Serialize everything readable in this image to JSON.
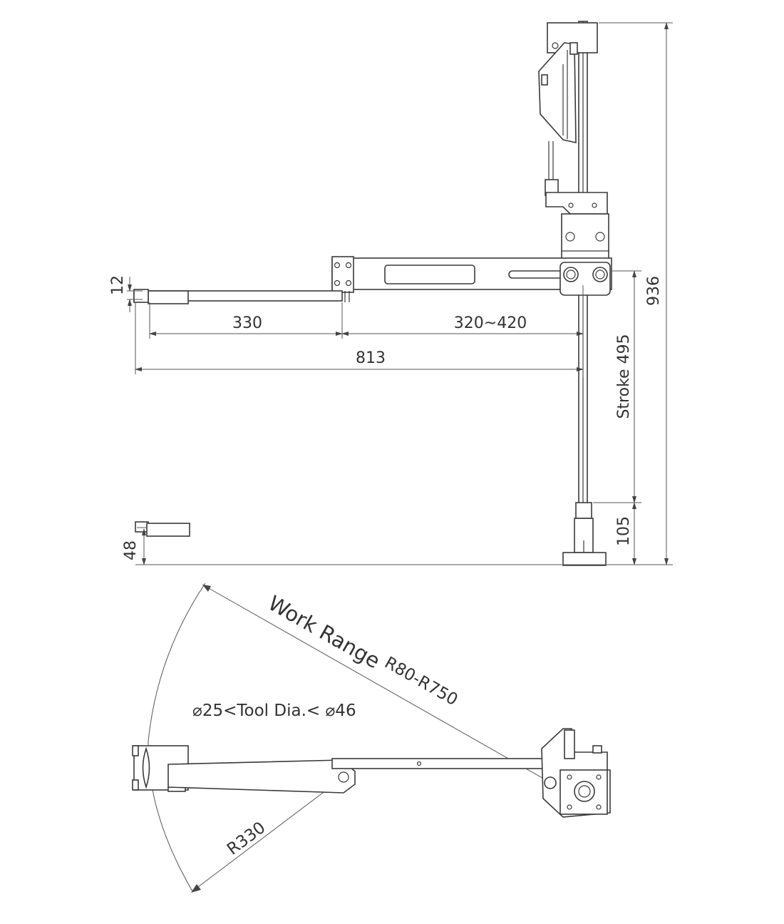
{
  "dimensions": {
    "d_12": "12",
    "d_330": "330",
    "d_320_420": "320~420",
    "d_813": "813",
    "d_936": "936",
    "stroke": "Stroke 495",
    "d_105": "105",
    "d_48": "48"
  },
  "top_view": {
    "work_range_label": "Work Range",
    "work_range_value": "R80-R750",
    "tool_dia": "⌀25<Tool Dia.< ⌀46",
    "radius_label": "R330"
  }
}
